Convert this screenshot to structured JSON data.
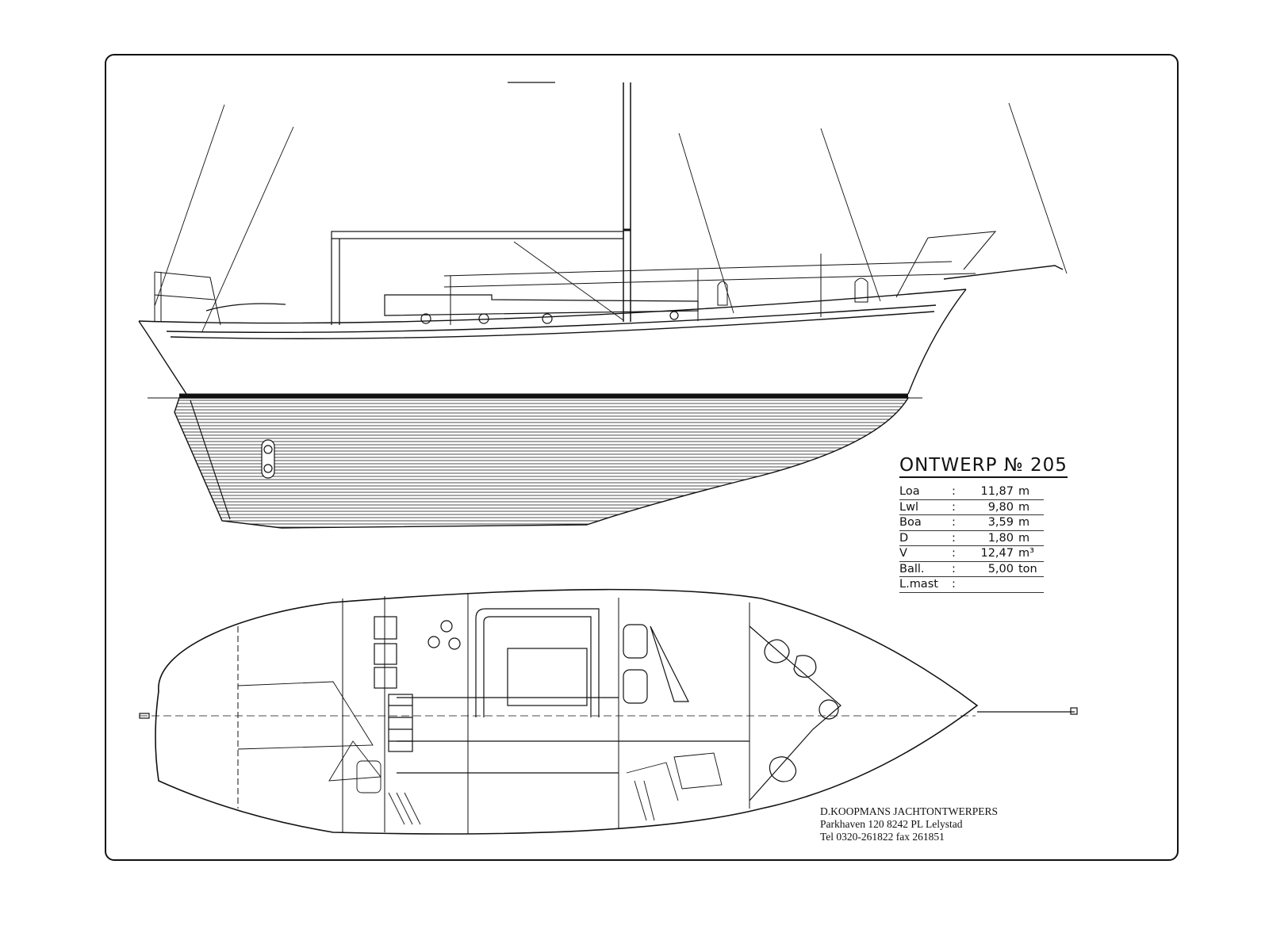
{
  "design": {
    "title": "ONTWERP № 205"
  },
  "specs": [
    {
      "label": "Loa",
      "sep": ":",
      "value": "11,87",
      "unit": "m"
    },
    {
      "label": "Lwl",
      "sep": ":",
      "value": "9,80",
      "unit": "m"
    },
    {
      "label": "Boa",
      "sep": ":",
      "value": "3,59",
      "unit": "m"
    },
    {
      "label": "D",
      "sep": ":",
      "value": "1,80",
      "unit": "m"
    },
    {
      "label": "V",
      "sep": ":",
      "value": "12,47",
      "unit": "m³"
    },
    {
      "label": "Ball.",
      "sep": ":",
      "value": "5,00",
      "unit": "ton"
    },
    {
      "label": "L.mast",
      "sep": ":",
      "value": "",
      "unit": ""
    }
  ],
  "office": {
    "name": "D.KOOPMANS JACHTONTWERPERS",
    "address": "Parkhaven 120 8242 PL Lelystad",
    "phone": "Tel 0320-261822 fax 261851"
  },
  "colors": {
    "ink": "#111111",
    "paper": "#ffffff"
  }
}
